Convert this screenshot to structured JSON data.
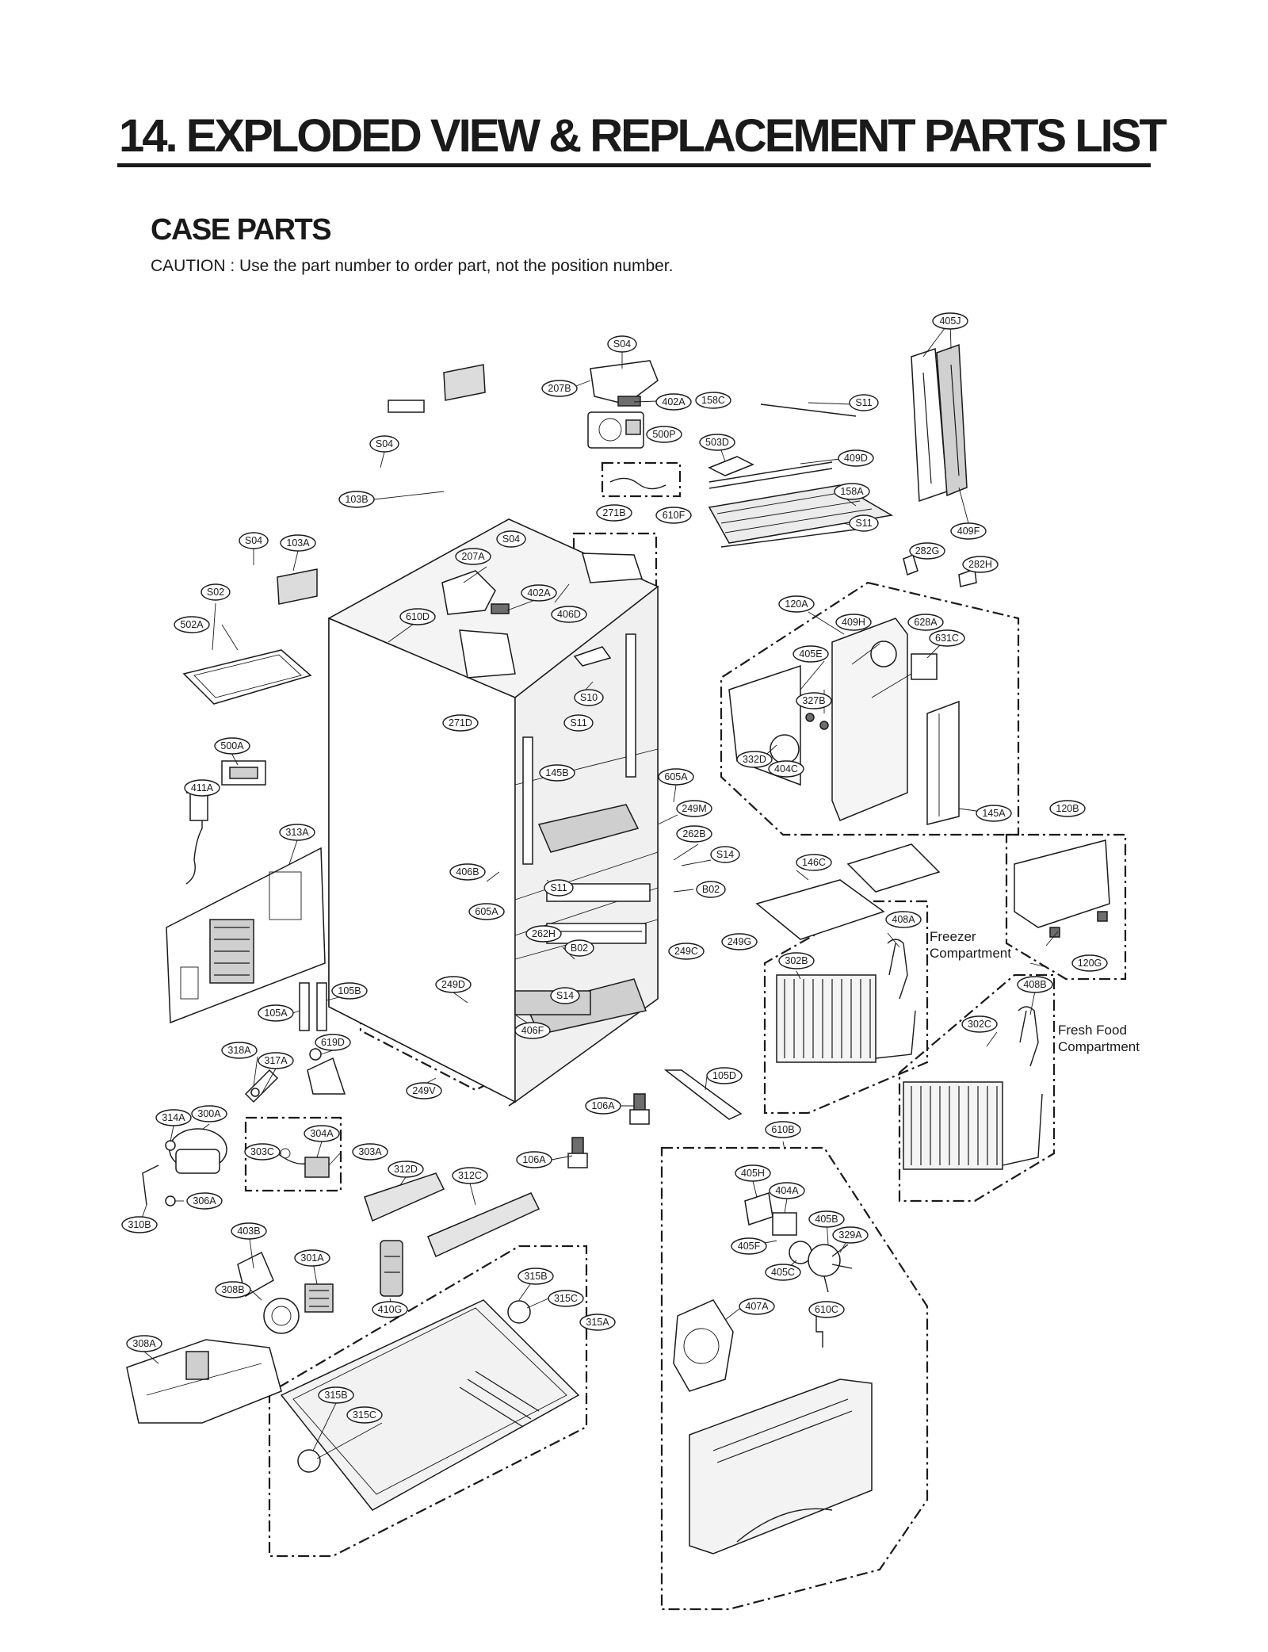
{
  "header": {
    "title": "14.   EXPLODED VIEW & REPLACEMENT PARTS LIST",
    "section": "CASE PARTS",
    "caution": "CAUTION : Use the part number to order part, not the position number."
  },
  "callouts": [
    {
      "id": "c01",
      "label": "405J"
    },
    {
      "id": "c02",
      "label": "S04"
    },
    {
      "id": "c03",
      "label": "207B"
    },
    {
      "id": "c04",
      "label": "402A"
    },
    {
      "id": "c05",
      "label": "158C"
    },
    {
      "id": "c06",
      "label": "S11"
    },
    {
      "id": "c07",
      "label": "500P"
    },
    {
      "id": "c08",
      "label": "503D"
    },
    {
      "id": "c09",
      "label": "409D"
    },
    {
      "id": "c10",
      "label": "S04"
    },
    {
      "id": "c11",
      "label": "158A"
    },
    {
      "id": "c12",
      "label": "103B"
    },
    {
      "id": "c13",
      "label": "271B"
    },
    {
      "id": "c14",
      "label": "610F"
    },
    {
      "id": "c15",
      "label": "S11"
    },
    {
      "id": "c16",
      "label": "409F"
    },
    {
      "id": "c17",
      "label": "S04"
    },
    {
      "id": "c18",
      "label": "103A"
    },
    {
      "id": "c19",
      "label": "S04"
    },
    {
      "id": "c20",
      "label": "207A"
    },
    {
      "id": "c21",
      "label": "282G"
    },
    {
      "id": "c22",
      "label": "282H"
    },
    {
      "id": "c23",
      "label": "S02"
    },
    {
      "id": "c24",
      "label": "402A"
    },
    {
      "id": "c25",
      "label": "120A"
    },
    {
      "id": "c26",
      "label": "610D"
    },
    {
      "id": "c27",
      "label": "406D"
    },
    {
      "id": "c28",
      "label": "502A"
    },
    {
      "id": "c29",
      "label": "409H"
    },
    {
      "id": "c30",
      "label": "628A"
    },
    {
      "id": "c31",
      "label": "631C"
    },
    {
      "id": "c32",
      "label": "405E"
    },
    {
      "id": "c33",
      "label": "S10"
    },
    {
      "id": "c34",
      "label": "327B"
    },
    {
      "id": "c35",
      "label": "271D"
    },
    {
      "id": "c36",
      "label": "S11"
    },
    {
      "id": "c37",
      "label": "500A"
    },
    {
      "id": "c38",
      "label": "332D"
    },
    {
      "id": "c39",
      "label": "404C"
    },
    {
      "id": "c40",
      "label": "145B"
    },
    {
      "id": "c41",
      "label": "605A"
    },
    {
      "id": "c42",
      "label": "411A"
    },
    {
      "id": "c43",
      "label": "249M"
    },
    {
      "id": "c44",
      "label": "145A"
    },
    {
      "id": "c45",
      "label": "120B"
    },
    {
      "id": "c46",
      "label": "313A"
    },
    {
      "id": "c47",
      "label": "262B"
    },
    {
      "id": "c48",
      "label": "S14"
    },
    {
      "id": "c49",
      "label": "146C"
    },
    {
      "id": "c50",
      "label": "406B"
    },
    {
      "id": "c51",
      "label": "S11"
    },
    {
      "id": "c52",
      "label": "B02"
    },
    {
      "id": "c53",
      "label": "605A"
    },
    {
      "id": "c54",
      "label": "408A"
    },
    {
      "id": "c55",
      "label": "262H"
    },
    {
      "id": "c56",
      "label": "249G"
    },
    {
      "id": "c57",
      "label": "B02"
    },
    {
      "id": "c58",
      "label": "249C"
    },
    {
      "id": "c59",
      "label": "302B"
    },
    {
      "id": "c60",
      "label": "120G"
    },
    {
      "id": "c61",
      "label": "249D"
    },
    {
      "id": "c62",
      "label": "105B"
    },
    {
      "id": "c63",
      "label": "S14"
    },
    {
      "id": "c64",
      "label": "408B"
    },
    {
      "id": "c65",
      "label": "105A"
    },
    {
      "id": "c66",
      "label": "406F"
    },
    {
      "id": "c67",
      "label": "302C"
    },
    {
      "id": "c68",
      "label": "619D"
    },
    {
      "id": "c69",
      "label": "318A"
    },
    {
      "id": "c70",
      "label": "317A"
    },
    {
      "id": "c71",
      "label": "105D"
    },
    {
      "id": "c72",
      "label": "249V"
    },
    {
      "id": "c73",
      "label": "106A"
    },
    {
      "id": "c74",
      "label": "314A"
    },
    {
      "id": "c75",
      "label": "300A"
    },
    {
      "id": "c76",
      "label": "610B"
    },
    {
      "id": "c77",
      "label": "304A"
    },
    {
      "id": "c78",
      "label": "303C"
    },
    {
      "id": "c79",
      "label": "303A"
    },
    {
      "id": "c80",
      "label": "106A"
    },
    {
      "id": "c81",
      "label": "312D"
    },
    {
      "id": "c82",
      "label": "312C"
    },
    {
      "id": "c83",
      "label": "405H"
    },
    {
      "id": "c84",
      "label": "306A"
    },
    {
      "id": "c85",
      "label": "404A"
    },
    {
      "id": "c86",
      "label": "310B"
    },
    {
      "id": "c87",
      "label": "405B"
    },
    {
      "id": "c88",
      "label": "403B"
    },
    {
      "id": "c89",
      "label": "329A"
    },
    {
      "id": "c90",
      "label": "405F"
    },
    {
      "id": "c91",
      "label": "301A"
    },
    {
      "id": "c92",
      "label": "405C"
    },
    {
      "id": "c93",
      "label": "315B"
    },
    {
      "id": "c94",
      "label": "308B"
    },
    {
      "id": "c95",
      "label": "315C"
    },
    {
      "id": "c96",
      "label": "407A"
    },
    {
      "id": "c97",
      "label": "610C"
    },
    {
      "id": "c98",
      "label": "410G"
    },
    {
      "id": "c99",
      "label": "315A"
    },
    {
      "id": "c100",
      "label": "308A"
    },
    {
      "id": "c101",
      "label": "315B"
    },
    {
      "id": "c102",
      "label": "315C"
    }
  ],
  "notes": {
    "freezer_1": "Freezer",
    "freezer_2": "Compartment",
    "fresh_1": "Fresh Food",
    "fresh_2": "Compartment"
  }
}
